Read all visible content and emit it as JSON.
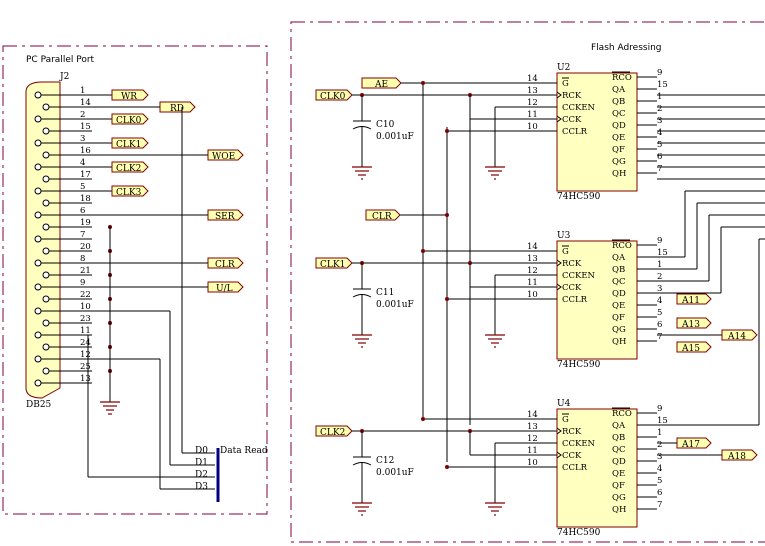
{
  "sections": {
    "left_title": "PC Parallel Port",
    "right_title": "Flash Adressing"
  },
  "connector": {
    "ref": "J2",
    "type": "DB25",
    "pins": [
      "1",
      "14",
      "2",
      "15",
      "3",
      "16",
      "4",
      "17",
      "5",
      "18",
      "6",
      "19",
      "7",
      "20",
      "8",
      "21",
      "9",
      "22",
      "10",
      "23",
      "11",
      "24",
      "12",
      "25",
      "13"
    ]
  },
  "net_labels": {
    "wr": "WR",
    "rd": "RD",
    "clk0": "CLK0",
    "clk1": "CLK1",
    "clk2": "CLK2",
    "clk3": "CLK3",
    "woe": "WOE",
    "ser": "SER",
    "clr": "CLR",
    "ul": "U/L",
    "ae": "AE",
    "a11": "A11",
    "a13": "A13",
    "a14": "A14",
    "a15": "A15",
    "a17": "A17",
    "a18": "A18"
  },
  "data_bus": {
    "title": "Data Read",
    "lines": [
      "D0",
      "D1",
      "D2",
      "D3"
    ]
  },
  "capacitors": [
    {
      "ref": "C10",
      "value": "0.001uF"
    },
    {
      "ref": "C11",
      "value": "0.001uF"
    },
    {
      "ref": "C12",
      "value": "0.001uF"
    }
  ],
  "chips": [
    {
      "ref": "U2",
      "part": "74HC590"
    },
    {
      "ref": "U3",
      "part": "74HC590"
    },
    {
      "ref": "U4",
      "part": "74HC590"
    }
  ],
  "chip_pins": {
    "left_numbers": [
      "14",
      "13",
      "12",
      "11",
      "10"
    ],
    "left_names": [
      "G",
      "RCK",
      "CCKEN",
      "CCK",
      "CCLR"
    ],
    "right_numbers": [
      "9",
      "15",
      "1",
      "2",
      "3",
      "4",
      "5",
      "6",
      "7"
    ],
    "right_names": [
      "RCO",
      "QA",
      "QB",
      "QC",
      "QD",
      "QE",
      "QF",
      "QG",
      "QH"
    ]
  },
  "colors": {
    "border": "#800040",
    "component_outline": "#800000",
    "component_fill": "#ffffc0",
    "bus": "#000080",
    "wire": "#000000"
  }
}
